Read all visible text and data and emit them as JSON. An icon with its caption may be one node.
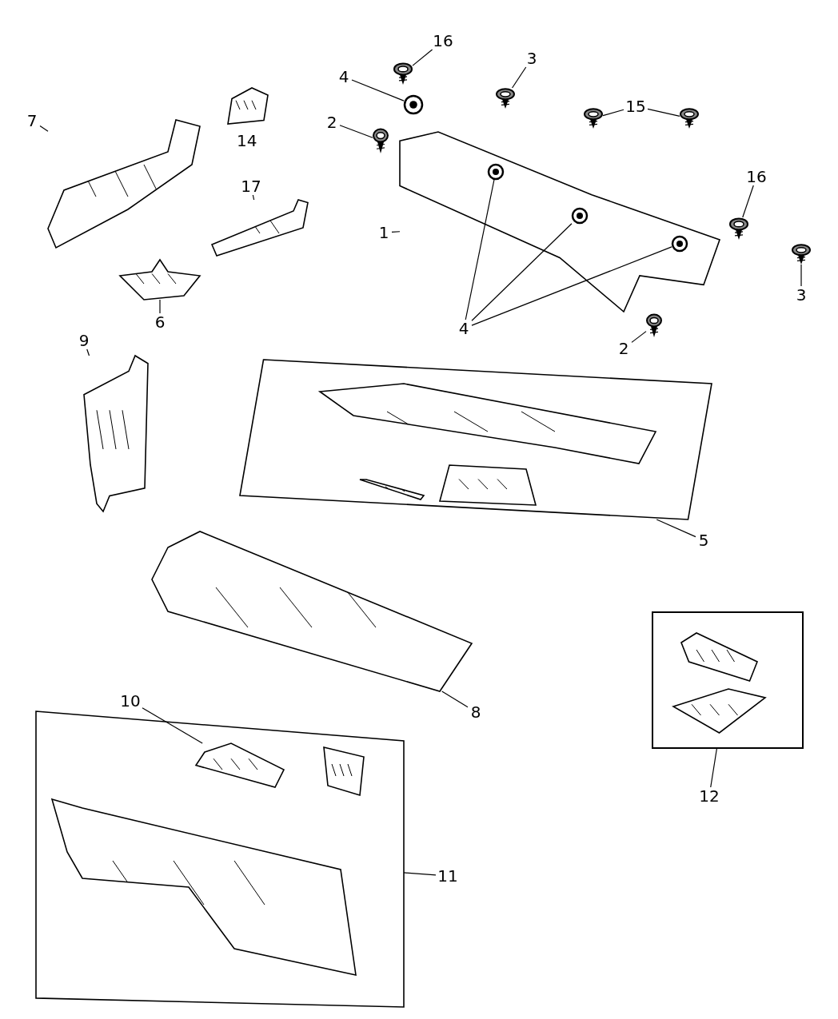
{
  "diagram": {
    "nodes": [
      {
        "text": [],
        "shape": "picture"
      },
      {
        "text": [],
        "shape": "picture"
      },
      {
        "text": [],
        "shape": "picture"
      },
      {
        "text": [],
        "shape": "picture"
      },
      {
        "text": [],
        "shape": "picture"
      },
      {
        "text": [],
        "shape": "picture"
      },
      {
        "text": [],
        "shape": "picture"
      },
      {
        "text": [],
        "shape": "picture"
      },
      {
        "text": [],
        "shape": "picture"
      },
      {
        "text": [],
        "shape": "picture"
      },
      {
        "text": [],
        "shape": "picture",
        "in": 0
      },
      {
        "text": [],
        "shape": "picture",
        "in": 0
      },
      {
        "text": [],
        "shape": "picture",
        "in": 0
      },
      {
        "text": [],
        "shape": "picture"
      },
      {
        "text": [],
        "shape": "picture"
      },
      {
        "text": [],
        "shape": "picture"
      },
      {
        "text": [],
        "shape": "picture"
      },
      {
        "text": [],
        "shape": "picture"
      },
      {
        "text": [],
        "shape": "parallelogram"
      },
      {
        "text": [],
        "shape": "picture",
        "in": 18
      },
      {
        "text": [],
        "shape": "picture",
        "in": 18
      },
      {
        "text": [],
        "shape": "picture",
        "in": 18
      },
      {
        "text": [],
        "shape": "picture"
      },
      {
        "text": [],
        "shape": "parallelogram"
      },
      {
        "text": [],
        "shape": "picture",
        "in": 23
      },
      {
        "text": [],
        "shape": "picture",
        "in": 23
      },
      {
        "text": [],
        "shape": "picture",
        "in": 23
      },
      {
        "text": [],
        "shape": "box"
      },
      {
        "text": [],
        "shape": "picture",
        "in": 27
      },
      {
        "text": [],
        "shape": "picture",
        "in": 27
      },
      {
        "text": [
          "1"
        ]
      },
      {
        "text": [
          "16"
        ]
      },
      {
        "text": [
          "4"
        ]
      },
      {
        "text": [
          "3"
        ]
      },
      {
        "text": [
          "2"
        ]
      },
      {
        "text": [
          "15"
        ]
      },
      {
        "text": [
          "16"
        ]
      },
      {
        "text": [
          "3"
        ]
      },
      {
        "text": [
          "2"
        ]
      },
      {
        "text": [
          "4"
        ]
      },
      {
        "text": [
          "7"
        ]
      },
      {
        "text": [
          "17"
        ]
      },
      {
        "text": [
          "6"
        ]
      },
      {
        "text": [
          "9"
        ]
      },
      {
        "text": [
          "5"
        ]
      },
      {
        "text": [
          "8"
        ]
      },
      {
        "text": [
          "10"
        ]
      },
      {
        "text": [
          "11"
        ]
      },
      {
        "text": [
          "12"
        ]
      }
    ],
    "edges": [
      {
        "from": 30,
        "to": 0,
        "arrow": "none"
      },
      {
        "from": 31,
        "to": 1,
        "arrow": "none"
      },
      {
        "from": 32,
        "to": 2,
        "arrow": "none"
      },
      {
        "from": 33,
        "to": 3,
        "arrow": "none"
      },
      {
        "from": 34,
        "to": 4,
        "arrow": "none"
      },
      {
        "from": 35,
        "to": 5,
        "arrow": "none"
      },
      {
        "from": 35,
        "to": 6,
        "arrow": "none"
      },
      {
        "from": 36,
        "to": 7,
        "arrow": "none"
      },
      {
        "from": 37,
        "to": 8,
        "arrow": "none"
      },
      {
        "from": 38,
        "to": 9,
        "arrow": "none"
      },
      {
        "from": 39,
        "to": 10,
        "arrow": "none"
      },
      {
        "from": 39,
        "to": 11,
        "arrow": "none"
      },
      {
        "from": 39,
        "to": 12,
        "arrow": "none"
      },
      {
        "from": 40,
        "to": 13,
        "arrow": "none"
      },
      {
        "from": 41,
        "to": 15,
        "arrow": "none"
      },
      {
        "from": 42,
        "to": 16,
        "arrow": "none"
      },
      {
        "from": 43,
        "to": 17,
        "arrow": "none"
      },
      {
        "from": 44,
        "to": 18,
        "arrow": "none"
      },
      {
        "from": 45,
        "to": 22,
        "arrow": "none"
      },
      {
        "from": 46,
        "to": 24,
        "arrow": "none"
      },
      {
        "from": 47,
        "to": 23,
        "arrow": "none"
      },
      {
        "from": 48,
        "to": 27,
        "arrow": "none"
      }
    ],
    "labels": [
      "14"
    ]
  }
}
